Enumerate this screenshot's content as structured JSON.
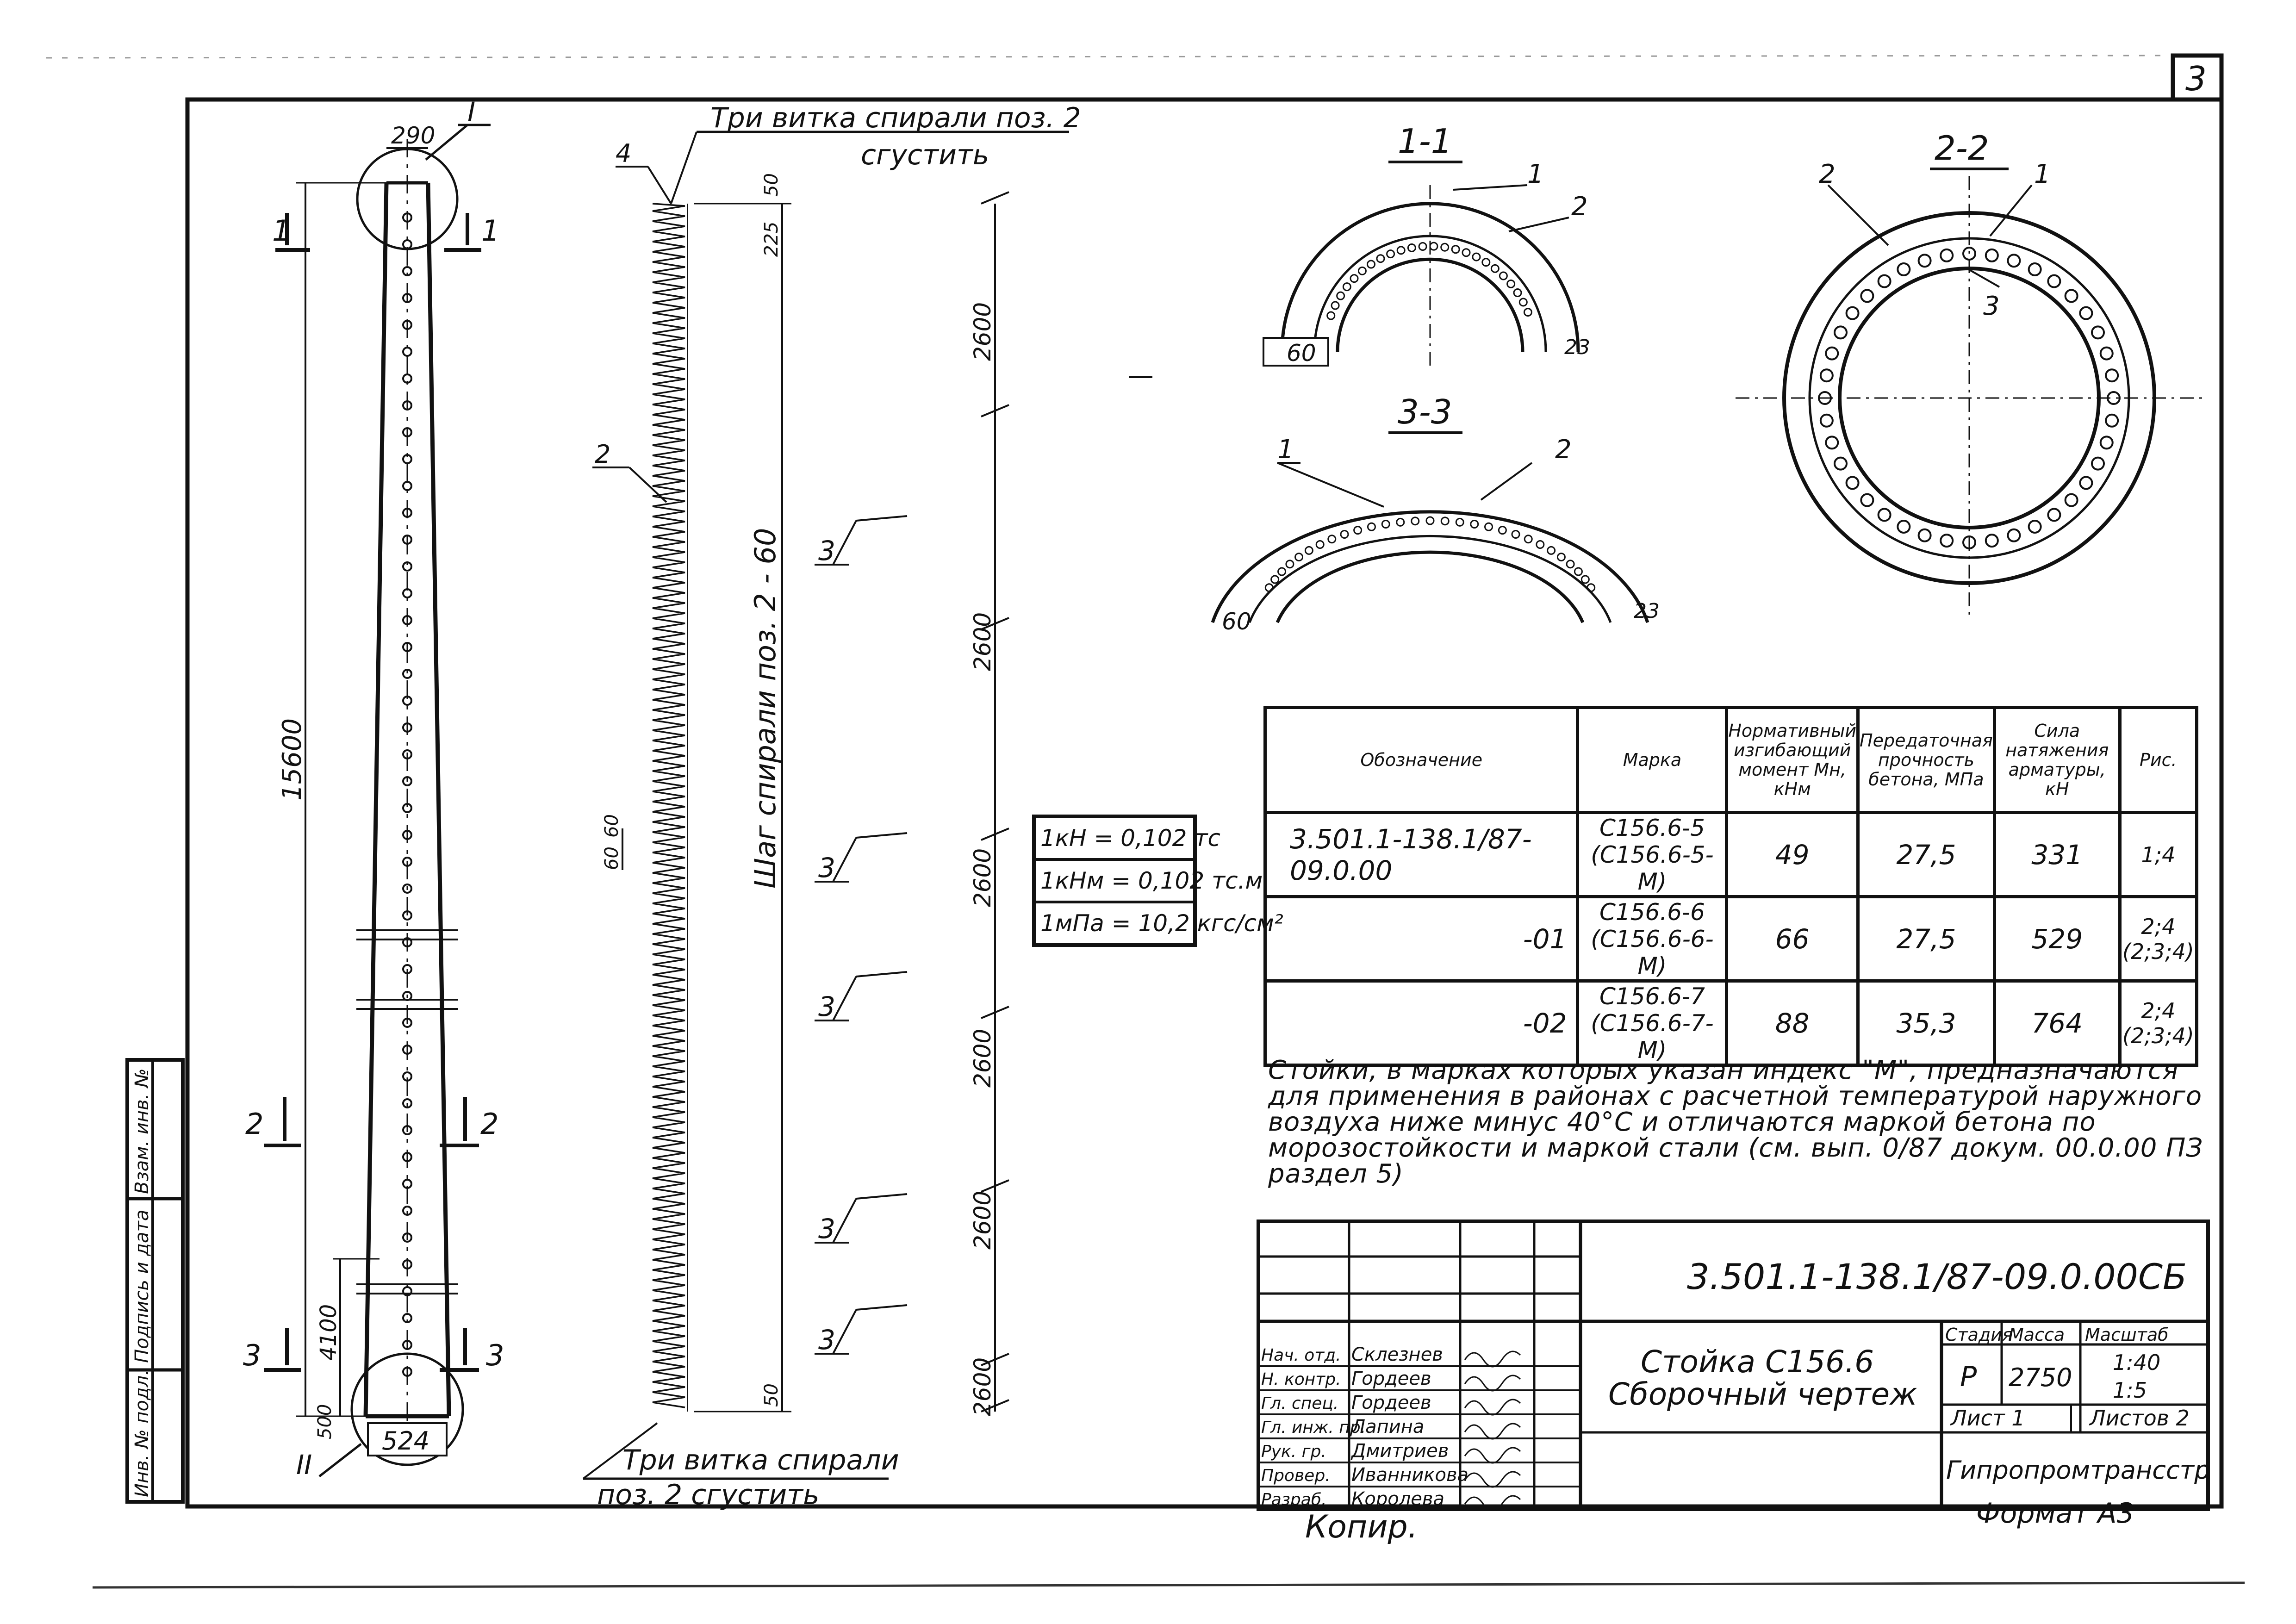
{
  "sheet_no": "3",
  "column": {
    "top_width": "290",
    "bottom_width": "524",
    "total_length": "15600",
    "bottom_segment": "4100",
    "bottom_offset": "500",
    "node_top": "I",
    "node_bottom": "II",
    "sections": [
      "1",
      "2",
      "3"
    ]
  },
  "spiral": {
    "top_note_line1": "Три витка спирали поз. 2",
    "top_note_line2": "сгустить",
    "bottom_note_line1": "Три витка спирали",
    "bottom_note_line2": "поз. 2 сгустить",
    "pitch_label": "Шаг спирали поз. 2 - 60",
    "pos_labels": [
      "4",
      "2"
    ],
    "dim_top": "50",
    "dim_top2": "225",
    "dim_bottom": "50",
    "dim_left": "60",
    "dim_left2": "60",
    "segments": [
      "2600",
      "2600",
      "2600",
      "2600",
      "2600",
      "2600"
    ],
    "callout": "3"
  },
  "sections": {
    "s11": {
      "title": "1-1",
      "labels": [
        "1",
        "2"
      ],
      "dim_a": "60",
      "dim_b": "23"
    },
    "s22": {
      "title": "2-2",
      "labels": [
        "2",
        "1",
        "3"
      ]
    },
    "s33": {
      "title": "3-3",
      "labels": [
        "1",
        "2"
      ],
      "dim_a": "60",
      "dim_b": "23"
    }
  },
  "conversions": [
    "1кН = 0,102 тс",
    "1кНм = 0,102 тс.м",
    "1мПа = 10,2 кгс/см²"
  ],
  "spec_table": {
    "headers": [
      "Обозначение",
      "Марка",
      "Нормативный изгибающий момент Мн, кНм",
      "Передаточная прочность бетона, МПа",
      "Сила натяжения арматуры, кН",
      "Рис."
    ],
    "rows": [
      [
        "3.501.1-138.1/87-09.0.00",
        "С156.6-5\n(С156.6-5-М)",
        "49",
        "27,5",
        "331",
        "1;4"
      ],
      [
        "-01",
        "С156.6-6\n(С156.6-6-М)",
        "66",
        "27,5",
        "529",
        "2;4\n(2;3;4)"
      ],
      [
        "-02",
        "С156.6-7\n(С156.6-7-М)",
        "88",
        "35,3",
        "764",
        "2;4\n(2;3;4)"
      ]
    ]
  },
  "note": "Стойки, в марках которых указан индекс \"М\", предназначаются для применения в районах с расчетной температурой наружного воздуха ниже минус 40°С и отличаются маркой бетона по морозостойкости и маркой стали (см. вып. 0/87 докум. 00.0.00 ПЗ раздел 5)",
  "title_block": {
    "doc_code": "3.501.1-138.1/87-09.0.00СБ",
    "title_line1": "Стойка С156.6",
    "title_line2": "Сборочный чертеж",
    "stage_label": "Стадия",
    "mass_label": "Масса",
    "scale_label": "Масштаб",
    "stage": "Р",
    "mass": "2750",
    "scale1": "1:40",
    "scale2": "1:5",
    "sheet_label": "Лист 1",
    "sheets_label": "Листов 2",
    "org": "Гипропромтрансстрой",
    "roles": [
      {
        "role": "Нач. отд.",
        "name": "Склезнев"
      },
      {
        "role": "Н. контр.",
        "name": "Гордеев"
      },
      {
        "role": "Гл. спец.",
        "name": "Гордеев"
      },
      {
        "role": "Гл. инж. пр.",
        "name": "Лапина"
      },
      {
        "role": "Рук. гр.",
        "name": "Дмитриев"
      },
      {
        "role": "Провер.",
        "name": "Иванникова"
      },
      {
        "role": "Разраб.",
        "name": "Королева"
      }
    ]
  },
  "side_stamp": [
    "Инв. № подл.",
    "Подпись и дата",
    "Взам. инв. №"
  ],
  "footer": {
    "copied": "Копир.",
    "format": "Формат А3"
  }
}
